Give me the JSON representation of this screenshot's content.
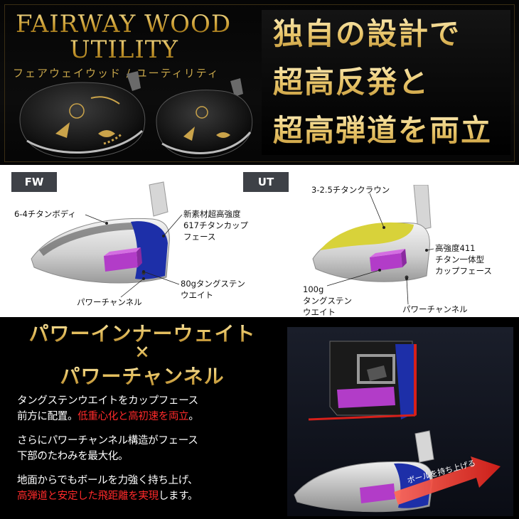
{
  "banner": {
    "title_fairway": "FAIRWAY WOOD",
    "title_utility": "UTILITY",
    "title_jp": "フェアウェイウッド / ユーティリティ",
    "headline": [
      "独自の設計で",
      "超高反発と",
      "超高弾道を両立"
    ]
  },
  "diagram": {
    "fw": {
      "tag": "FW",
      "labels": {
        "body": "6-4チタンボディ",
        "face": [
          "新素材超高強度",
          "617チタンカップ",
          "フェース"
        ],
        "weight": [
          "80gタングステン",
          "ウエイト"
        ],
        "channel": "パワーチャンネル"
      }
    },
    "ut": {
      "tag": "UT",
      "labels": {
        "crown": "3-2.5チタンクラウン",
        "face": [
          "高強度411",
          "チタン一体型",
          "カップフェース"
        ],
        "weight": [
          "100g",
          "タングステン",
          "ウエイト"
        ],
        "channel": "パワーチャンネル"
      }
    }
  },
  "feature": {
    "title_a": "パワーインナーウェイト",
    "cross": "×",
    "title_b": "パワーチャンネル",
    "p1_line1": "タングステンウエイトをカップフェース",
    "p1_line2_a": "前方に配置。",
    "p1_line2_b": "低重心化と高初速を両立",
    "p1_line2_c": "。",
    "p2_line1": "さらにパワーチャンネル構造がフェース",
    "p2_line2": "下部のたわみを最大化。",
    "p3_line1": "地面からでもボールを力強く持ち上げ、",
    "p3_line2_a": "高弾道と安定した飛距離を実現",
    "p3_line2_b": "します。",
    "arrow_label": "ボールを持ち上げる"
  },
  "colors": {
    "gold": "#d9b44a",
    "accent_red": "#ff2a2a",
    "face_blue": "#1d2fa8",
    "weight_purple": "#b23cc8",
    "crown_yellow": "#d8d23a",
    "tag_gray": "#3e4147"
  }
}
